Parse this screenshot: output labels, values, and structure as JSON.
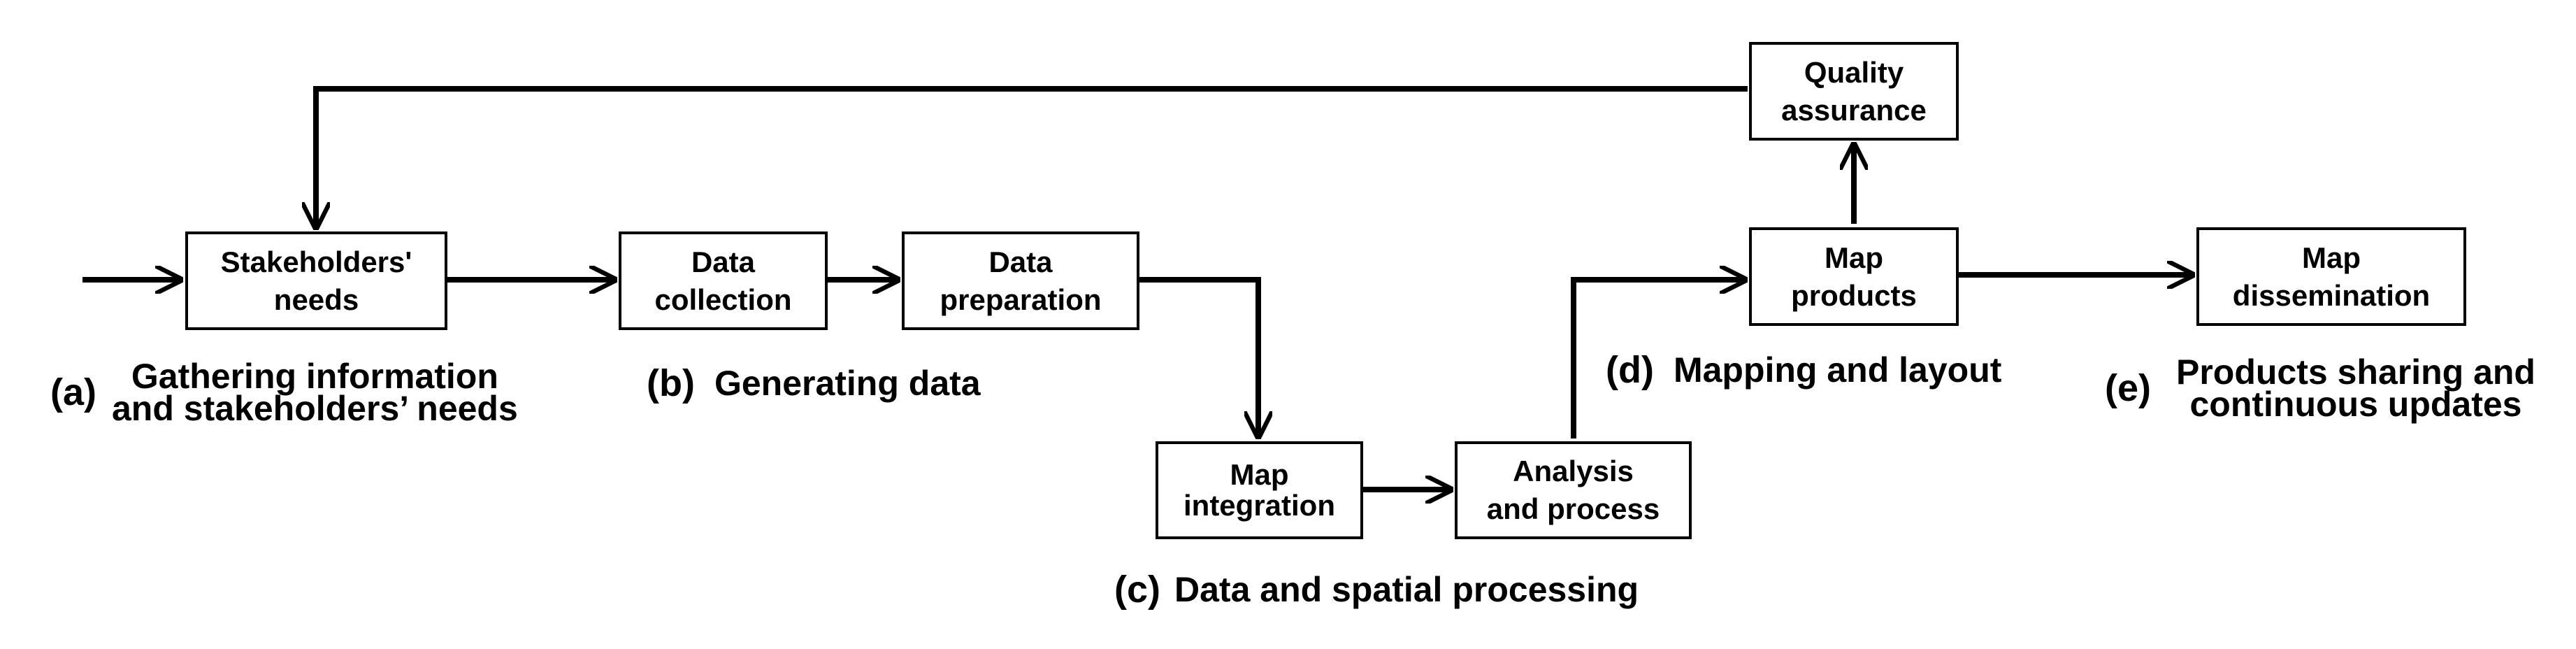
{
  "boxes": {
    "stakeholders": [
      "Stakeholders'",
      "needs"
    ],
    "data_collection": [
      "Data",
      "collection"
    ],
    "data_preparation": [
      "Data",
      "preparation"
    ],
    "map_integration": [
      "Map",
      "integration"
    ],
    "analysis": [
      "Analysis",
      "and process"
    ],
    "map_products": [
      "Map",
      "products"
    ],
    "quality_assurance": [
      "Quality",
      "assurance"
    ],
    "map_dissemination": [
      "Map",
      "dissemination"
    ]
  },
  "stages": {
    "a": {
      "tag": "(a)",
      "lines": [
        "Gathering information",
        "and stakeholders’ needs"
      ]
    },
    "b": {
      "tag": "(b)",
      "lines": [
        "Generating data"
      ]
    },
    "c": {
      "tag": "(c)",
      "lines": [
        "Data and spatial processing"
      ]
    },
    "d": {
      "tag": "(d)",
      "lines": [
        "Mapping and layout"
      ]
    },
    "e": {
      "tag": "(e)",
      "lines": [
        "Products sharing and",
        "continuous updates"
      ]
    }
  },
  "colors": {
    "stroke": "#000000",
    "background": "#ffffff"
  }
}
